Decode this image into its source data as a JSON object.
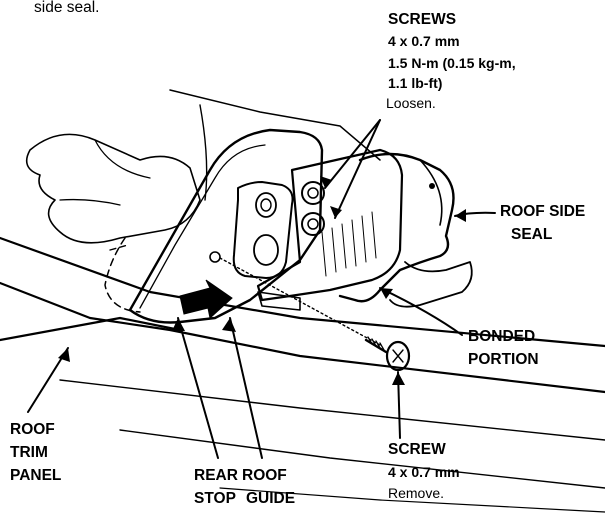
{
  "top_text": "side seal.",
  "screws_upper": {
    "title": "SCREWS",
    "size": "4 x 0.7 mm",
    "torque_line1": "1.5 N-m (0.15 kg-m,",
    "torque_line2": "1.1 lb-ft)",
    "action": "Loosen."
  },
  "roof_side_seal": {
    "line1": "ROOF SIDE",
    "line2": "SEAL"
  },
  "bonded_portion": {
    "line1": "BONDED",
    "line2": "PORTION"
  },
  "screw_lower": {
    "title": "SCREW",
    "size": "4 x 0.7 mm",
    "action": "Remove."
  },
  "roof_trim_panel": {
    "line1": "ROOF",
    "line2": "TRIM",
    "line3": "PANEL"
  },
  "rear_roof_stop": {
    "line1": "REAR",
    "line2": "STOP"
  },
  "roof_guide": {
    "line1": "ROOF",
    "line2": "GUIDE"
  }
}
